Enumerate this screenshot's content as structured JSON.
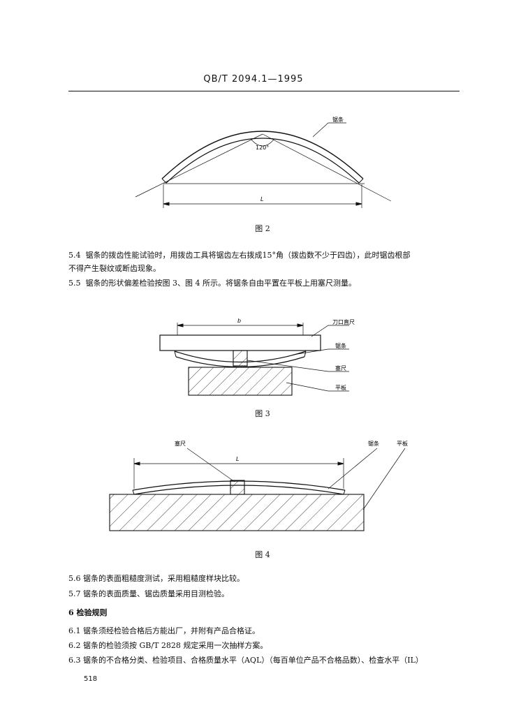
{
  "header": {
    "standard": "QB/T 2094.1—1995"
  },
  "figures": {
    "fig2": {
      "caption": "图 2",
      "blade_label": "锯条",
      "angle_label": "120°",
      "length_label": "L"
    },
    "fig3": {
      "caption": "图 3",
      "length_label": "b",
      "labels": [
        "刀口直尺",
        "锯条",
        "塞尺",
        "平板"
      ]
    },
    "fig4": {
      "caption": "图 4",
      "length_label": "L",
      "labels": [
        "塞尺",
        "锯条",
        "平板"
      ]
    }
  },
  "sections": {
    "s5_4_a": "5.4  锯条的拨齿性能试验时，用拨齿工具将锯齿左右拨成15°角（拨齿数不少于四齿），此时锯齿根部",
    "s5_4_b": "不得产生裂纹或断齿现象。",
    "s5_5": "5.5  锯条的形状偏差检验按图 3、图 4 所示。将锯条自由平置在平板上用塞尺测量。",
    "s5_6": "5.6  锯条的表面粗糙度测试，采用粗糙度样块比较。",
    "s5_7": "5.7  锯条的表面质量、锯齿质量采用目测检验。",
    "s6": "6   检验规则",
    "s6_1": "6.1  锯条须经检验合格后方能出厂，并附有产品合格证。",
    "s6_2": "6.2  锯条的检验须按 GB/T 2828 规定采用一次抽样方案。",
    "s6_3": "6.3  锯条的不合格分类、检验项目、合格质量水平（AQL）（每百单位产品不合格品数）、检查水平（IL）"
  },
  "footer": {
    "page_number": "518"
  }
}
